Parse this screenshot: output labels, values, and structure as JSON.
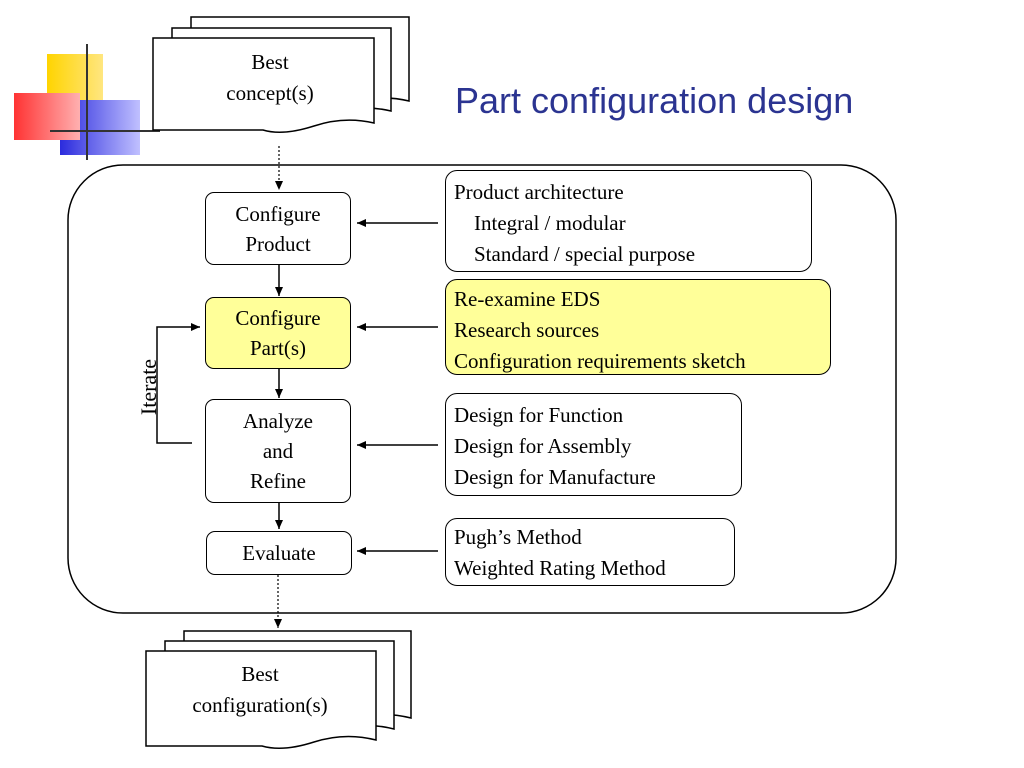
{
  "title": "Part configuration design",
  "input_doc": {
    "label": "Best\nconcept(s)"
  },
  "output_doc": {
    "label": "Best\nconfiguration(s)"
  },
  "steps": [
    {
      "label": "Configure\nProduct"
    },
    {
      "label": "Configure\nPart(s)"
    },
    {
      "label": "Analyze\nand\nRefine"
    },
    {
      "label": "Evaluate"
    }
  ],
  "notes": [
    {
      "lines": [
        "Product architecture",
        "Integral / modular",
        "Standard / special purpose"
      ]
    },
    {
      "lines": [
        "Re-examine EDS",
        "Research sources",
        "Configuration requirements sketch"
      ]
    },
    {
      "lines": [
        "Design for Function",
        "Design for Assembly",
        "Design for Manufacture"
      ]
    },
    {
      "lines": [
        "Pugh’s Method",
        "Weighted Rating Method"
      ]
    }
  ],
  "iterate_label": "Iterate",
  "colors": {
    "title": "#2b3491",
    "highlight": "#ffff99",
    "deco_yellow": "#ffd400",
    "deco_red": "#ff3333",
    "deco_blue": "#2b2bdd"
  }
}
